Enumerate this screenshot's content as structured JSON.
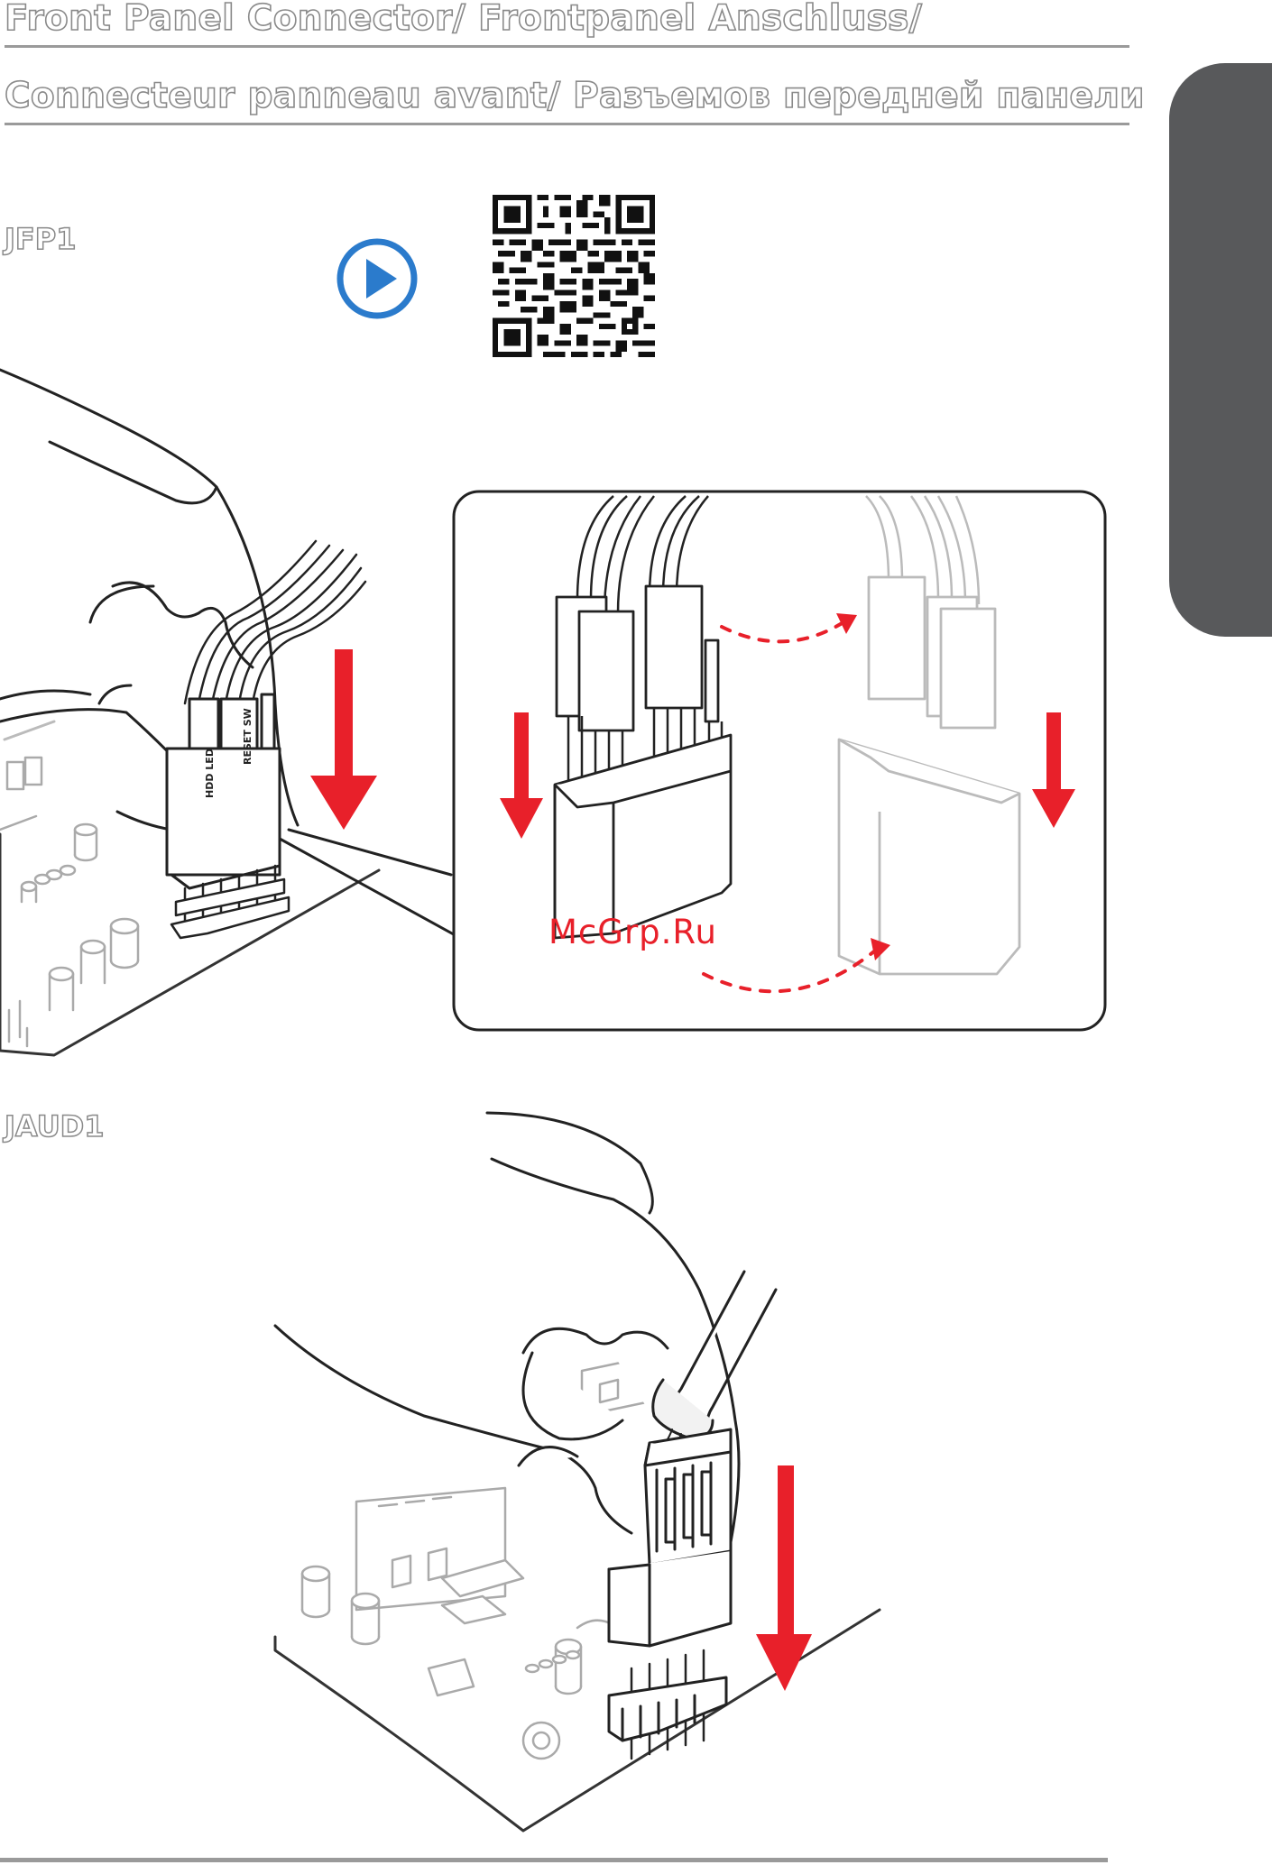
{
  "header": {
    "title_line1": "Front Panel Connector/ Frontpanel Anschluss/",
    "title_line2": "Connecteur panneau avant/ Разъемов передней панели"
  },
  "sections": {
    "jfp1": "JFP1",
    "jaud1": "JAUD1"
  },
  "figure1": {
    "connector_labels": [
      "HDD LED",
      "RESET SW"
    ],
    "watermark": "McGrp.Ru"
  },
  "colors": {
    "arrow_red": "#e8202a",
    "play_blue": "#2b7bcc",
    "side_tab": "#58595b",
    "heading_outline": "#8a8a8a"
  },
  "icons": {
    "play": "play-button-icon",
    "qr": "qr-code-icon"
  }
}
